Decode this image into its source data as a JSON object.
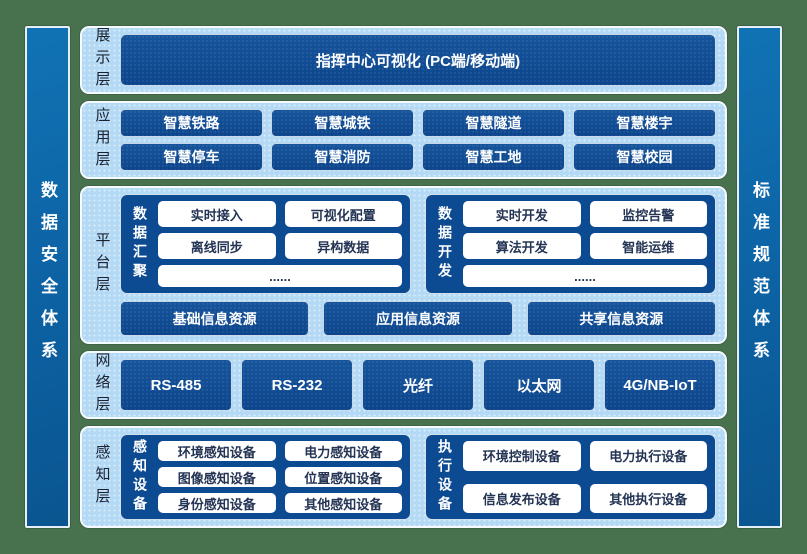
{
  "colors": {
    "frame_green": "#48714e",
    "panel_light_blue": "#b3d9f4",
    "box_navy": "#0c4a91",
    "sidebar_blue": "#0d64a6"
  },
  "sidebars": {
    "left": "数据安全体系",
    "right": "标准规范体系"
  },
  "display_layer": {
    "label": "展示层",
    "main_box": "指挥中心可视化 (PC端/移动端)"
  },
  "application_layer": {
    "label": "应用层",
    "items": [
      "智慧铁路",
      "智慧城铁",
      "智慧隧道",
      "智慧楼宇",
      "智慧停车",
      "智慧消防",
      "智慧工地",
      "智慧校园"
    ]
  },
  "platform_layer": {
    "label": "平台层",
    "groups": [
      {
        "label": "数据汇聚",
        "items": [
          "实时接入",
          "可视化配置",
          "离线同步",
          "异构数据",
          "......"
        ]
      },
      {
        "label": "数据开发",
        "items": [
          "实时开发",
          "监控告警",
          "算法开发",
          "智能运维",
          "......"
        ]
      }
    ],
    "resources": [
      "基础信息资源",
      "应用信息资源",
      "共享信息资源"
    ]
  },
  "network_layer": {
    "label": "网络层",
    "items": [
      "RS-485",
      "RS-232",
      "光纤",
      "以太网",
      "4G/NB-IoT"
    ]
  },
  "perception_layer": {
    "label": "感知层",
    "groups": [
      {
        "label": "感知设备",
        "items": [
          "环境感知设备",
          "电力感知设备",
          "图像感知设备",
          "位置感知设备",
          "身份感知设备",
          "其他感知设备"
        ]
      },
      {
        "label": "执行设备",
        "items": [
          "环境控制设备",
          "电力执行设备",
          "信息发布设备",
          "其他执行设备"
        ]
      }
    ]
  }
}
